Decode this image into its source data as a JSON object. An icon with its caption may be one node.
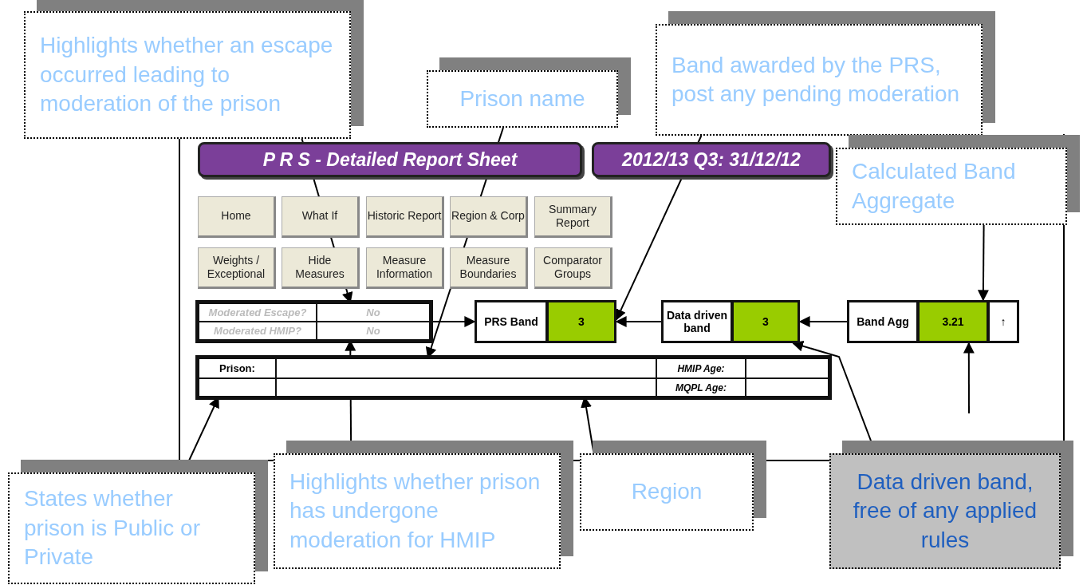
{
  "diagram": {
    "nodes": [
      {
        "text": [
          "Highlights whether an escape occurred leading to moderation of the prison"
        ]
      },
      {
        "text": [
          "Prison name"
        ]
      },
      {
        "text": [
          "Band awarded by the PRS, post any pending moderation"
        ]
      },
      {
        "text": [
          "Calculated Band Aggregate"
        ]
      },
      {
        "text": [
          "P R S - Detailed Report Sheet"
        ]
      },
      {
        "text": [
          "2012/13 Q3: 31/12/12"
        ]
      },
      {
        "text": [
          "Home"
        ]
      },
      {
        "text": [
          "What If"
        ]
      },
      {
        "text": [
          "Historic Report"
        ]
      },
      {
        "text": [
          "Region & Corp"
        ]
      },
      {
        "text": [
          "Summary Report"
        ]
      },
      {
        "text": [
          "Weights / Exceptional"
        ]
      },
      {
        "text": [
          "Hide Measures"
        ]
      },
      {
        "text": [
          "Measure Information"
        ]
      },
      {
        "text": [
          "Measure Boundaries"
        ]
      },
      {
        "text": [
          "Comparator Groups"
        ]
      },
      {
        "text": [],
        "shape": "box"
      },
      {
        "text": [
          "Moderated Escape?"
        ],
        "in": 16
      },
      {
        "text": [
          "No"
        ],
        "in": 16
      },
      {
        "text": [
          "Moderated HMIP?"
        ],
        "in": 16
      },
      {
        "text": [
          "No"
        ],
        "in": 16
      },
      {
        "text": [
          "PRS Band"
        ]
      },
      {
        "text": [
          "3"
        ]
      },
      {
        "text": [
          "Data driven band"
        ]
      },
      {
        "text": [
          "3"
        ]
      },
      {
        "text": [
          "Band Agg"
        ]
      },
      {
        "text": [
          "3.21"
        ]
      },
      {
        "text": [
          "↑"
        ]
      },
      {
        "text": [],
        "shape": "box"
      },
      {
        "text": [
          "Prison:"
        ],
        "in": 28
      },
      {
        "text": [],
        "shape": "box",
        "in": 28
      },
      {
        "text": [
          "HMIP Age:"
        ],
        "in": 28
      },
      {
        "text": [],
        "shape": "box",
        "in": 28
      },
      {
        "text": [],
        "shape": "box",
        "in": 28
      },
      {
        "text": [],
        "shape": "box",
        "in": 28
      },
      {
        "text": [
          "MQPL Age:"
        ],
        "in": 28
      },
      {
        "text": [],
        "shape": "box",
        "in": 28
      },
      {
        "text": [
          "States whether prison is Public or Private"
        ]
      },
      {
        "text": [
          "Highlights whether prison has undergone moderation for HMIP"
        ]
      },
      {
        "text": [
          "Region"
        ]
      },
      {
        "text": [
          "Data driven band, free of any applied rules"
        ]
      }
    ],
    "edges": [
      {
        "from": 0,
        "to": 18,
        "arrow": "to"
      },
      {
        "from": 1,
        "to": 30,
        "arrow": "to"
      },
      {
        "from": 2,
        "to": 22,
        "arrow": "to"
      },
      {
        "from": 3,
        "to": 26,
        "arrow": "to"
      },
      {
        "from": null,
        "to": 26,
        "arrow": "to"
      },
      {
        "from": 37,
        "to": 33,
        "arrow": "to"
      },
      {
        "from": 38,
        "to": 20,
        "arrow": "to"
      },
      {
        "from": 39,
        "to": 34,
        "arrow": "to"
      },
      {
        "from": 40,
        "to": 24,
        "arrow": "to"
      },
      {
        "from": 16,
        "to": 21,
        "arrow": "to"
      },
      {
        "from": 23,
        "to": 22,
        "arrow": "to"
      },
      {
        "from": 25,
        "to": 24,
        "arrow": "to"
      }
    ]
  }
}
